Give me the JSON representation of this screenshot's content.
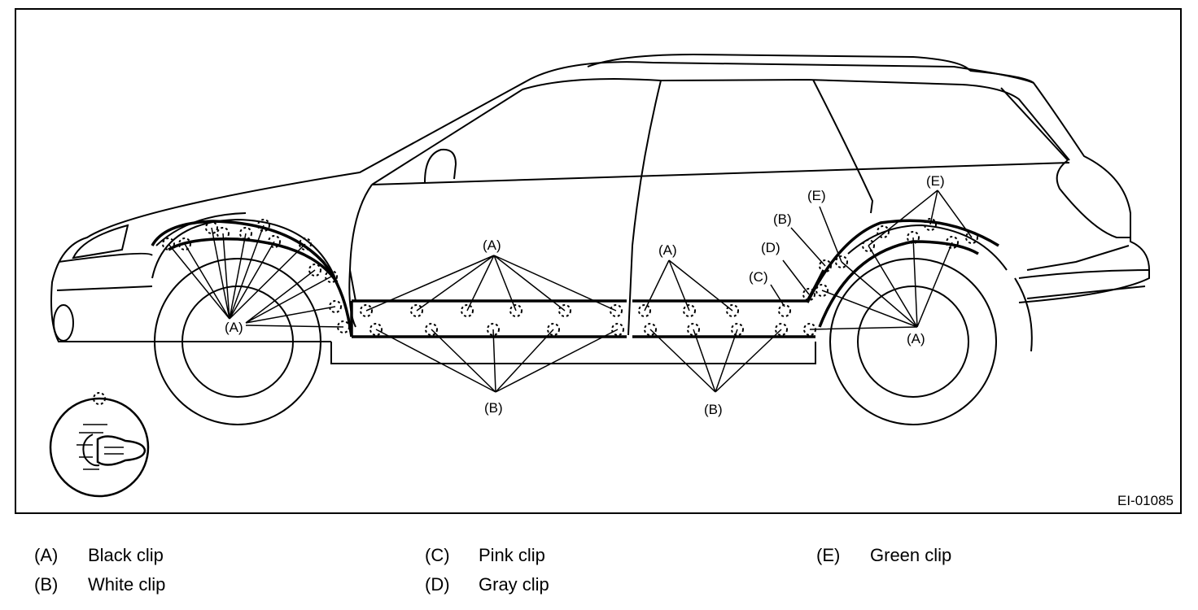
{
  "figure": {
    "figure_id": "EI-01085",
    "callouts": {
      "a": "(A)",
      "b": "(B)",
      "c": "(C)",
      "d": "(D)",
      "e": "(E)"
    }
  },
  "legend": {
    "items": [
      {
        "code": "(A)",
        "label": "Black clip"
      },
      {
        "code": "(B)",
        "label": "White clip"
      },
      {
        "code": "(C)",
        "label": "Pink clip"
      },
      {
        "code": "(D)",
        "label": "Gray clip"
      },
      {
        "code": "(E)",
        "label": "Green clip"
      }
    ]
  },
  "colors": {
    "line": "#000000",
    "background": "#ffffff"
  }
}
